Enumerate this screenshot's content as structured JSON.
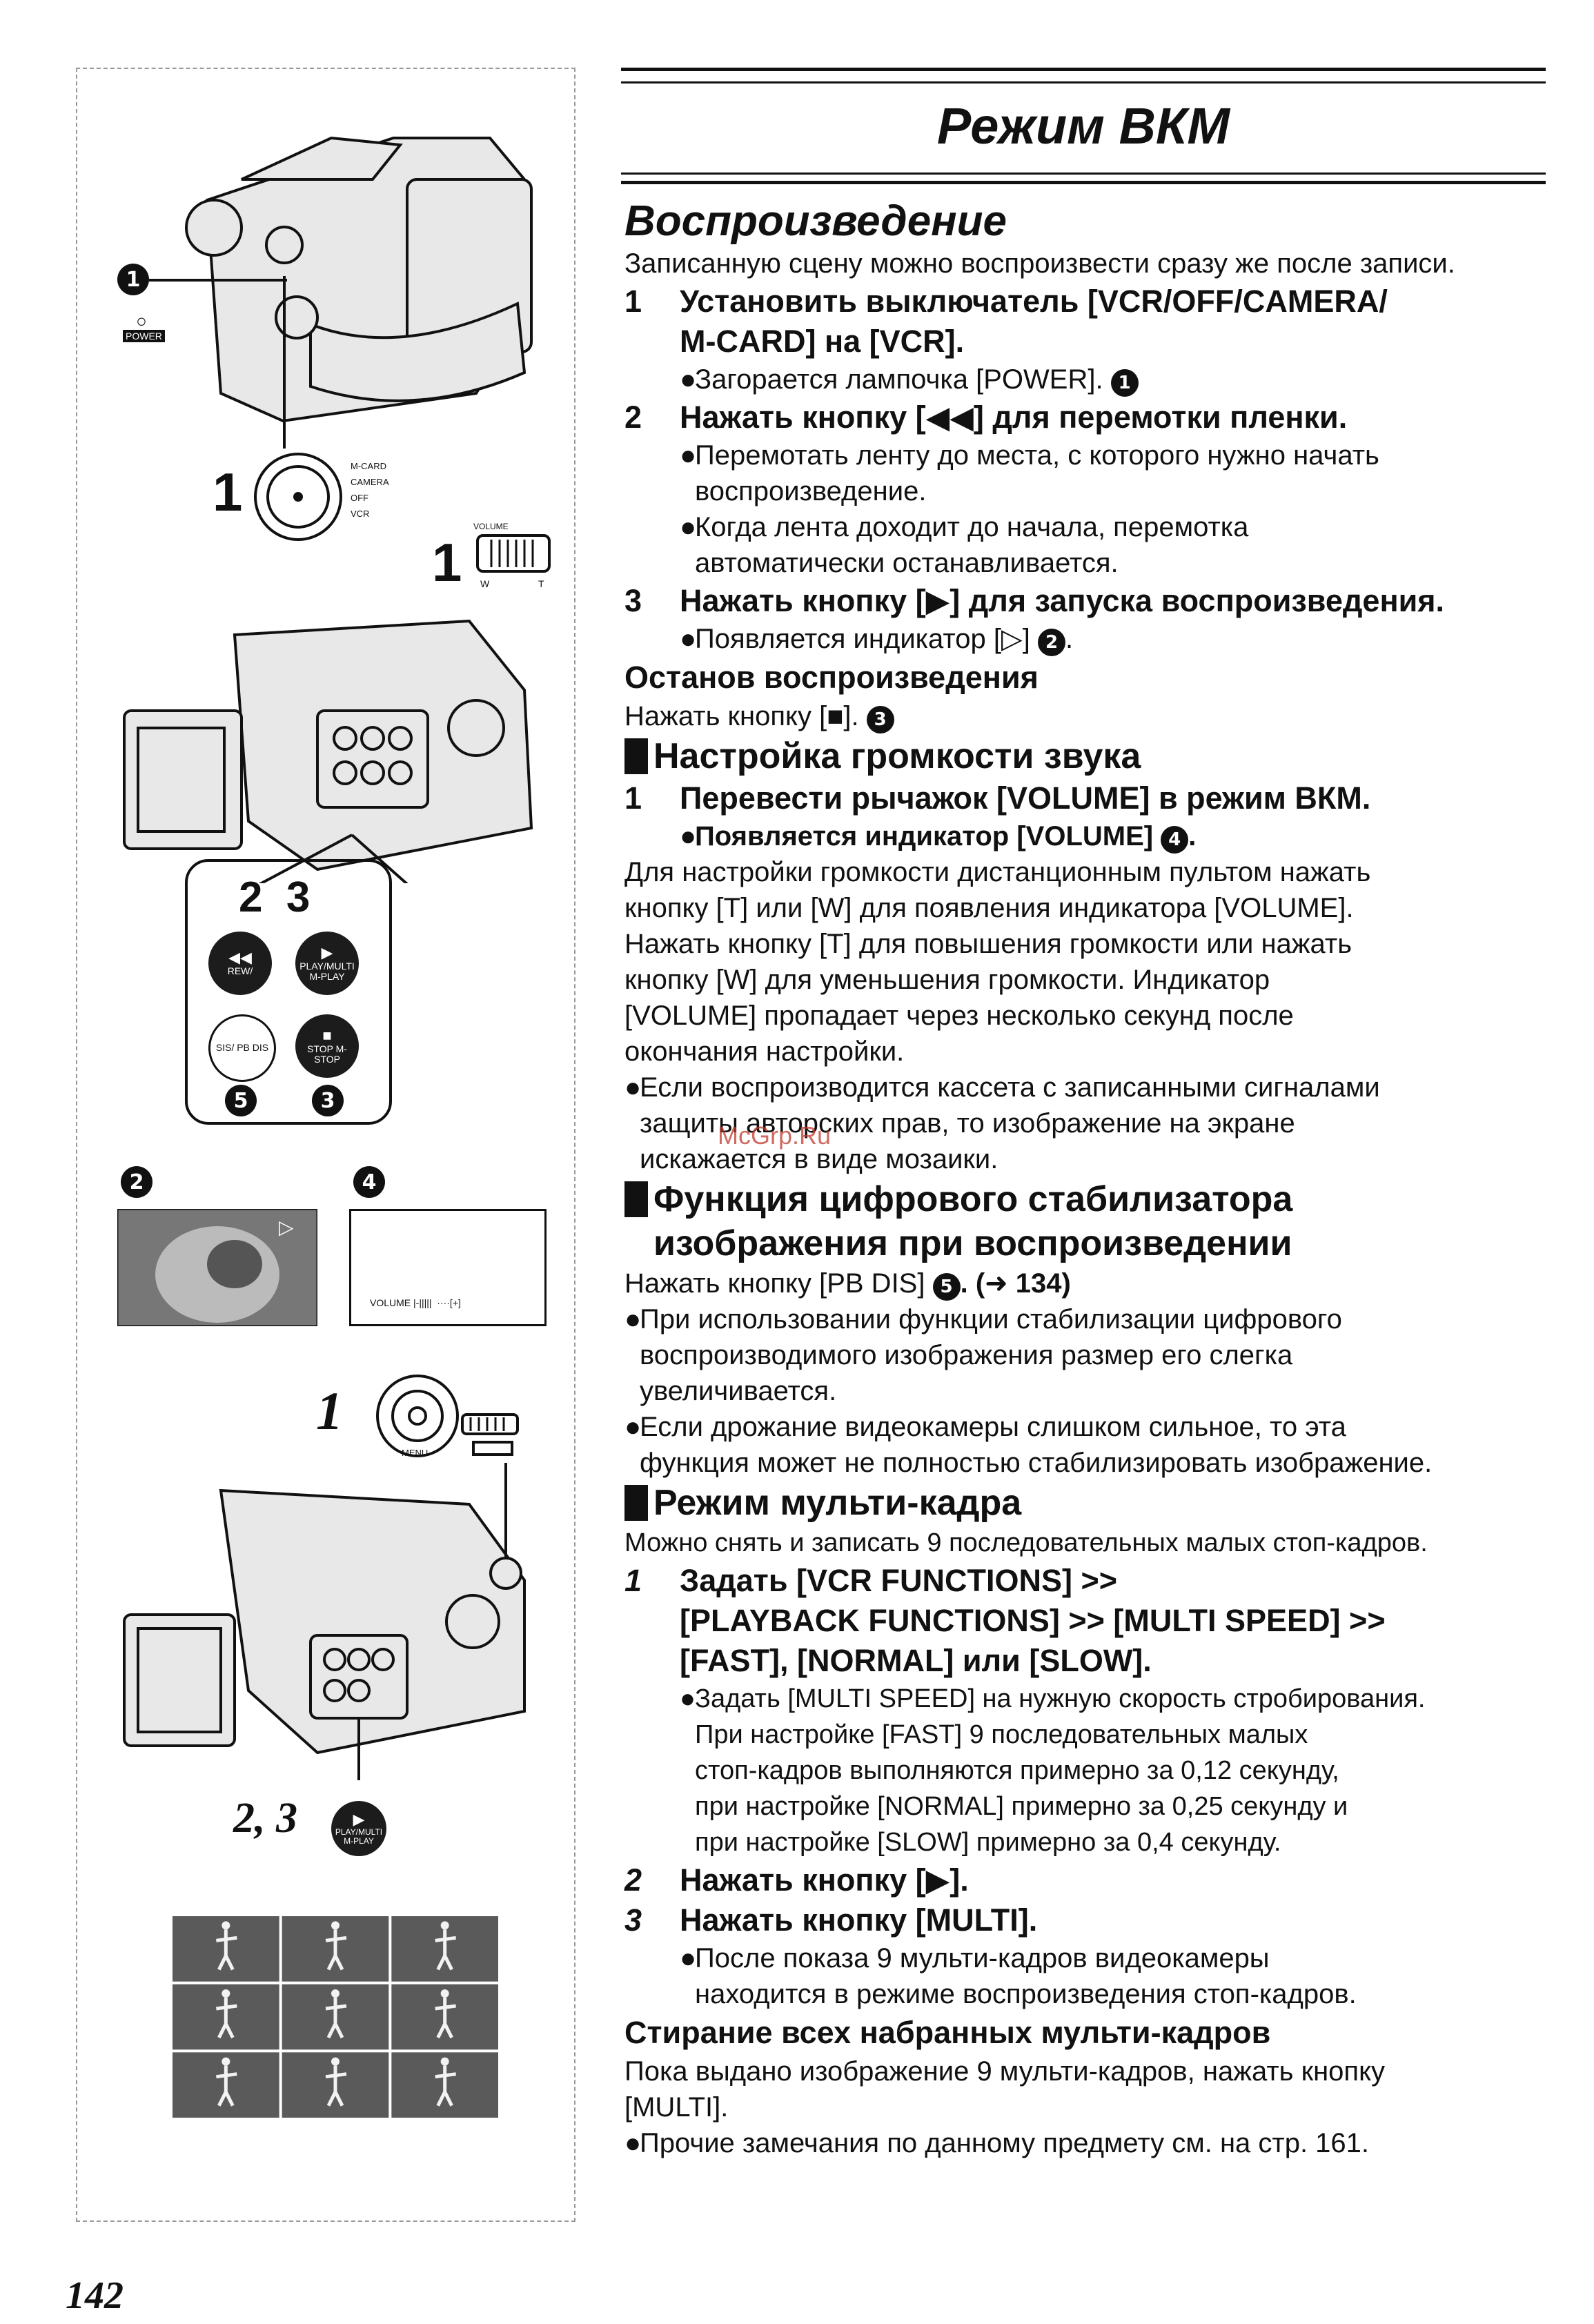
{
  "page_title": "Режим ВКМ",
  "section_title": "Воспроизведение",
  "intro": "Записанную сцену можно воспроизвести сразу же после записи.",
  "steps_playback": [
    {
      "num": "1",
      "lines": [
        "Установить выключатель [VCR/OFF/CAMERA/",
        "M-CARD] на [VCR]."
      ],
      "bullets": [
        {
          "text": "Загорается лампочка [POWER].",
          "callout": "1"
        }
      ]
    },
    {
      "num": "2",
      "lines": [
        "Нажать кнопку [◀◀] для перемотки пленки."
      ],
      "bullets": [
        {
          "lines": [
            "Перемотать ленту до места, с которого нужно начать",
            "воспроизведение."
          ]
        },
        {
          "lines": [
            "Когда лента доходит до начала, перемотка",
            "автоматически останавливается."
          ]
        }
      ]
    },
    {
      "num": "3",
      "lines": [
        "Нажать кнопку [▶] для запуска воспроизведения."
      ],
      "bullets": [
        {
          "text": "Появляется индикатор [▷]",
          "callout": "2"
        }
      ]
    }
  ],
  "stop_heading": "Останов воспроизведения",
  "stop_text": "Нажать кнопку [■].",
  "stop_callout": "3",
  "volume": {
    "heading": "Настройка громкости звука",
    "step_num": "1",
    "step": "Перевести рычажок [VOLUME] в режим ВКМ.",
    "bullet": "Появляется индикатор [VOLUME]",
    "callout": "4",
    "para": [
      "Для настройки громкости дистанционным пультом нажать",
      "кнопку [T] или [W] для появления индикатора [VOLUME].",
      "Нажать кнопку [T] для повышения громкости или нажать",
      "кнопку [W] для уменьшения громкости. Индикатор",
      "[VOLUME] пропадает через несколько секунд после",
      "окончания настройки."
    ],
    "note": [
      "Если воспроизводится кассета с записанными сигналами",
      "защиты авторских прав, то изображение на экране",
      "искажается в виде мозаики."
    ]
  },
  "stabilizer": {
    "heading": [
      "Функция цифрового стабилизатора",
      "изображения при воспроизведении"
    ],
    "text": "Нажать кнопку [PB DIS]",
    "callout": "5",
    "ref": ". (➜ 134)",
    "bullets": [
      [
        "При использовании функции стабилизации цифрового",
        "воспроизводимого изображения размер его слегка",
        "увеличивается."
      ],
      [
        "Если дрожание видеокамеры слишком сильное, то эта",
        "функция может не полностью стабилизировать изображение."
      ]
    ]
  },
  "multi": {
    "heading": "Режим мульти-кадра",
    "intro": "Можно снять и записать 9 последовательных малых стоп-кадров.",
    "step1_num": "1",
    "step1": [
      "Задать [VCR FUNCTIONS] >>",
      "[PLAYBACK FUNCTIONS] >> [MULTI SPEED] >>",
      "[FAST], [NORMAL] или [SLOW]."
    ],
    "step1_bullet": [
      "Задать [MULTI SPEED] на нужную скорость стробирования.",
      "При настройке [FAST] 9 последовательных малых",
      "стоп-кадров выполняются примерно за 0,12 секунду,",
      "при настройке [NORMAL] примерно за 0,25 секунду и",
      "при настройке [SLOW] примерно за 0,4 секунду."
    ],
    "step2_num": "2",
    "step2": "Нажать кнопку [▶].",
    "step3_num": "3",
    "step3": "Нажать кнопку [MULTI].",
    "step3_bullet": [
      "После показа 9 мульти-кадров видеокамеры",
      "находится в режиме воспроизведения стоп-кадров."
    ],
    "erase_heading": "Стирание всех набранных мульти-кадров",
    "erase_text": [
      "Пока выдано изображение 9 мульти-кадров, нажать кнопку",
      "[MULTI]."
    ],
    "final_note": "Прочие замечания по данному предмету см. на стр. 161."
  },
  "illustration": {
    "power_label": "POWER",
    "switch_labels": [
      "M-CARD",
      "CAMERA",
      "OFF",
      "VCR"
    ],
    "volume_lever_label": "VOLUME",
    "lever_ends": [
      "W",
      "T"
    ],
    "remote_buttons": [
      {
        "icon": "◀◀",
        "label": "REW/"
      },
      {
        "icon": "▶",
        "label": "PLAY/MULTI M-PLAY"
      },
      {
        "icon": "",
        "label": "SIS/ PB DIS"
      },
      {
        "icon": "■",
        "label": "STOP M-STOP"
      }
    ],
    "step_marks_top": "2  3",
    "step_mark_1": "1",
    "step_mark_1b": "1",
    "step_mark_23": "2, 3",
    "callouts_bottom": [
      "5",
      "3"
    ],
    "callout_screen_left": "2",
    "callout_screen_right": "4",
    "screen_play_icon": "▷",
    "volume_display": "VOLUME |-|||||  ····[+]",
    "menu_label": "MENU",
    "multi_button": "PLAY/MULTI M-PLAY"
  },
  "watermark": "McGrp.Ru",
  "page_number": "142"
}
